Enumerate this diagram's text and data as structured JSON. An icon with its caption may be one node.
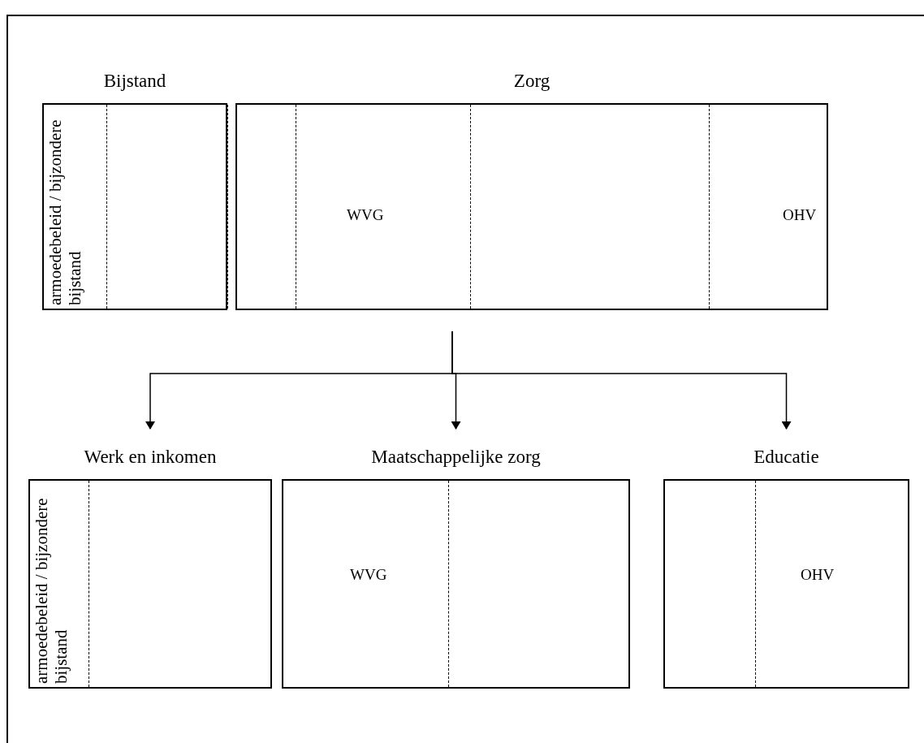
{
  "diagram": {
    "nodes": [
      {
        "text": [
          "Bijstand",
          "armoedebeleid / bijzondere bijstand"
        ]
      },
      {
        "text": [
          "Zorg",
          "WVG",
          "OHV"
        ]
      },
      {
        "text": [
          "Werk en inkomen",
          "armoedebeleid / bijzondere bijstand"
        ]
      },
      {
        "text": [
          "Maatschappelijke zorg",
          "WVG"
        ]
      },
      {
        "text": [
          "Educatie",
          "OHV"
        ]
      }
    ],
    "edges": [
      {
        "from": null,
        "to": 2,
        "arrow": "to"
      },
      {
        "from": null,
        "to": 3,
        "arrow": "to"
      },
      {
        "from": null,
        "to": 4,
        "arrow": "to"
      }
    ]
  }
}
